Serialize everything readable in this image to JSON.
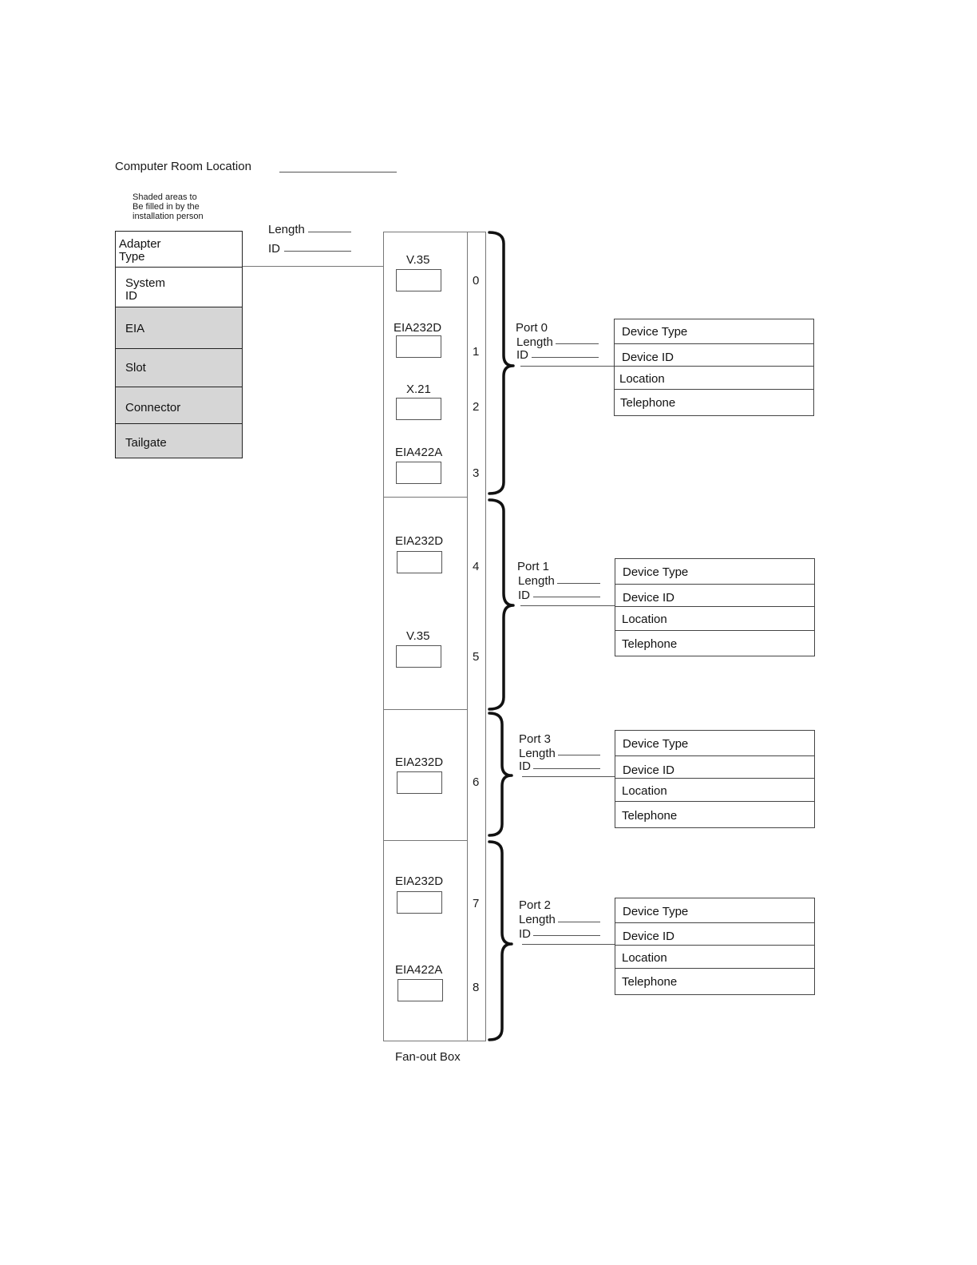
{
  "header": {
    "location_label": "Computer Room Location",
    "note_lines": [
      "Shaded areas to",
      "Be filled in by the",
      "installation person"
    ]
  },
  "cable": {
    "length_label": "Length",
    "id_label": "ID"
  },
  "adapter": {
    "rows": [
      {
        "label_lines": [
          "Adapter",
          "Type"
        ],
        "shaded": false
      },
      {
        "label_lines": [
          "System",
          "ID"
        ],
        "shaded": false
      },
      {
        "label": "EIA",
        "shaded": true
      },
      {
        "label": "Slot",
        "shaded": true
      },
      {
        "label": "Connector",
        "shaded": true
      },
      {
        "label": "Tailgate",
        "shaded": true
      }
    ]
  },
  "fanout": {
    "caption": "Fan-out Box",
    "slots": [
      {
        "number": "0",
        "type": "V.35"
      },
      {
        "number": "1",
        "type": "EIA232D"
      },
      {
        "number": "2",
        "type": "X.21"
      },
      {
        "number": "3",
        "type": "EIA422A"
      },
      {
        "number": "4",
        "type": "EIA232D"
      },
      {
        "number": "5",
        "type": "V.35"
      },
      {
        "number": "6",
        "type": "EIA232D"
      },
      {
        "number": "7",
        "type": "EIA232D"
      },
      {
        "number": "8",
        "type": "EIA422A"
      }
    ]
  },
  "ports": [
    {
      "name": "Port 0",
      "length_label": "Length",
      "id_label": "ID",
      "fields": [
        "Device Type",
        "Device ID",
        "Location",
        "Telephone"
      ]
    },
    {
      "name": "Port 1",
      "length_label": "Length",
      "id_label": "ID",
      "fields": [
        "Device Type",
        "Device ID",
        "Location",
        "Telephone"
      ]
    },
    {
      "name": "Port 3",
      "length_label": "Length",
      "id_label": "ID",
      "fields": [
        "Device Type",
        "Device ID",
        "Location",
        "Telephone"
      ]
    },
    {
      "name": "Port 2",
      "length_label": "Length",
      "id_label": "ID",
      "fields": [
        "Device Type",
        "Device ID",
        "Location",
        "Telephone"
      ]
    }
  ]
}
